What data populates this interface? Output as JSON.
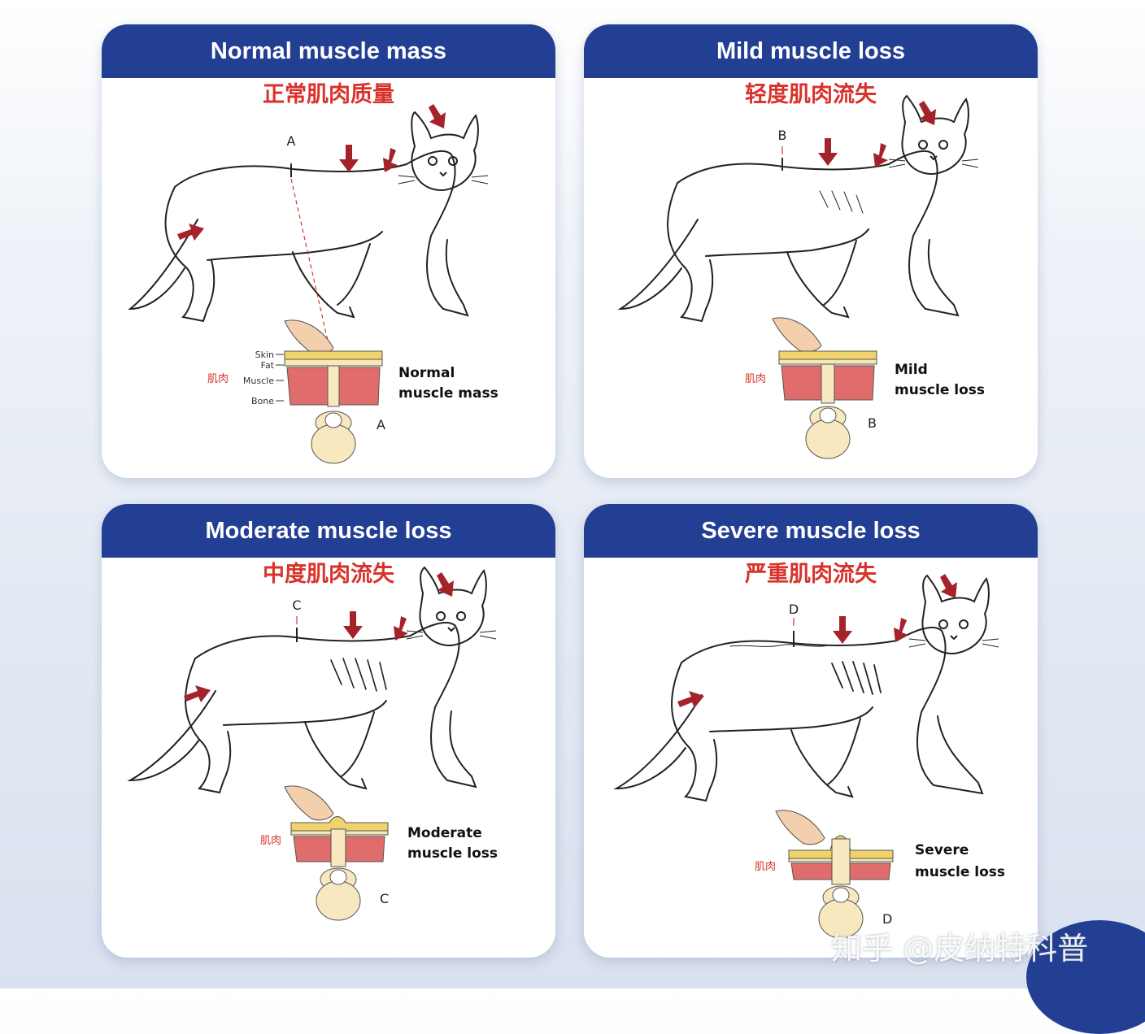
{
  "colors": {
    "header": "#233f93",
    "accent_red": "#d8322a",
    "muscle": "#e06d6b",
    "fat": "#f1d36b",
    "bone": "#f7e8bf"
  },
  "panels": [
    {
      "title": "Normal muscle mass",
      "subtitle": "正常肌肉质量",
      "marker": "A",
      "cn_label": "肌肉",
      "desc_line1": "Normal",
      "desc_line2": "muscle mass",
      "layers": {
        "skin": "Skin",
        "fat": "Fat",
        "muscle": "Muscle",
        "bone": "Bone"
      }
    },
    {
      "title": "Mild muscle loss",
      "subtitle": "轻度肌肉流失",
      "marker": "B",
      "cn_label": "肌肉",
      "desc_line1": "Mild",
      "desc_line2": "muscle loss"
    },
    {
      "title": "Moderate muscle loss",
      "subtitle": "中度肌肉流失",
      "marker": "C",
      "cn_label": "肌肉",
      "desc_line1": "Moderate",
      "desc_line2": "muscle loss"
    },
    {
      "title": "Severe muscle loss",
      "subtitle": "严重肌肉流失",
      "marker": "D",
      "cn_label": "肌肉",
      "desc_line1": "Severe",
      "desc_line2": "muscle loss"
    }
  ],
  "watermark": "知乎 @皮纳特科普"
}
